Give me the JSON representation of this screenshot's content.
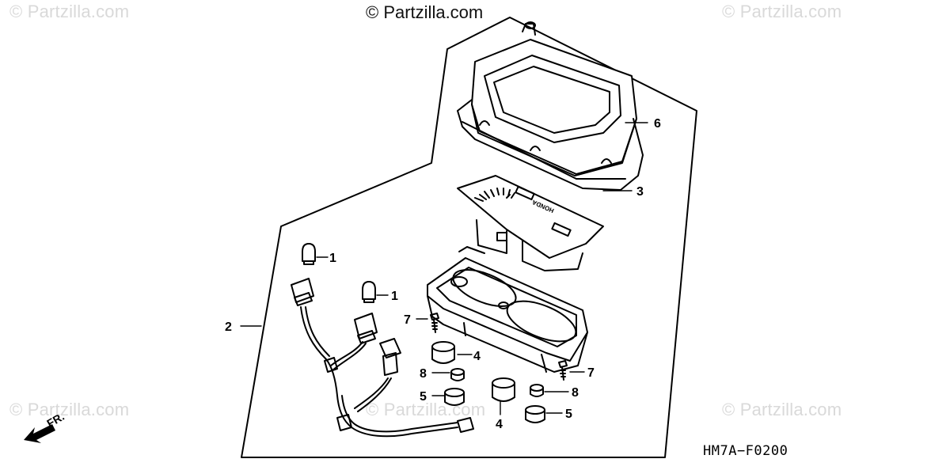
{
  "watermarks": {
    "top_center": "© Partzilla.com",
    "top_left": "© Partzilla.com",
    "top_right": "© Partzilla.com",
    "bottom_left": "© Partzilla.com",
    "bottom_center": "© Partzilla.com",
    "bottom_right": "© Partzilla.com"
  },
  "diagram_code": "HM7A−F0200",
  "direction_indicator": {
    "label": "FR.",
    "icon": "arrow-down-left-icon"
  },
  "callouts": {
    "c1a": "1",
    "c1b": "1",
    "c2": "2",
    "c3": "3",
    "c4a": "4",
    "c4b": "4",
    "c5a": "5",
    "c5b": "5",
    "c6": "6",
    "c7a": "7",
    "c7b": "7",
    "c8a": "8",
    "c8b": "8"
  },
  "dial_brand": "HONDA"
}
